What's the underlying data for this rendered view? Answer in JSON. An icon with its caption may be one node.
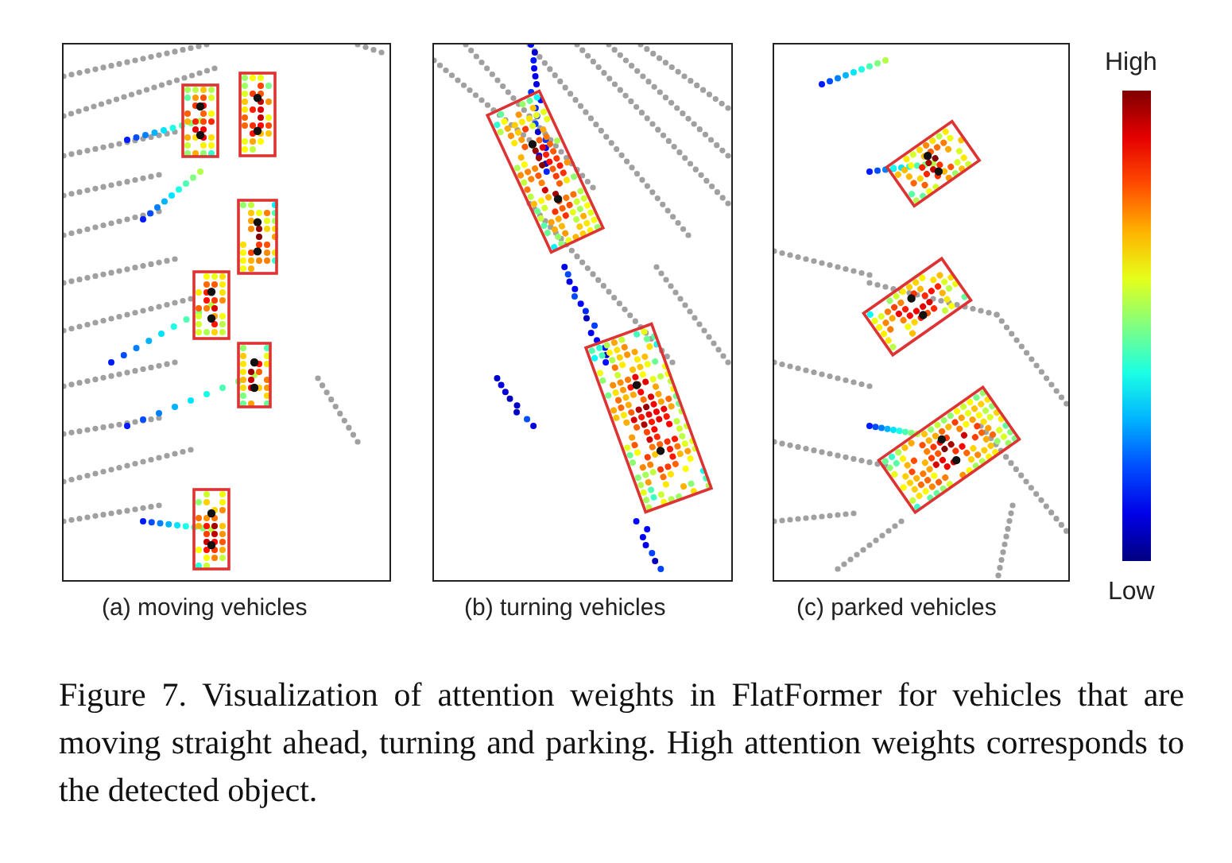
{
  "diagram": {
    "caption": "Figure 7. Visualization of attention weights in FlatFormer for vehicles that are moving straight ahead, turning and parking. High attention weights corresponds to the detected object.",
    "nodes": [
      {
        "text": [],
        "shape": "bar"
      }
    ],
    "labels": [
      "High",
      "(a) moving vehicles",
      "(b) turning vehicles",
      "(c) parked vehicles",
      "Low"
    ]
  }
}
